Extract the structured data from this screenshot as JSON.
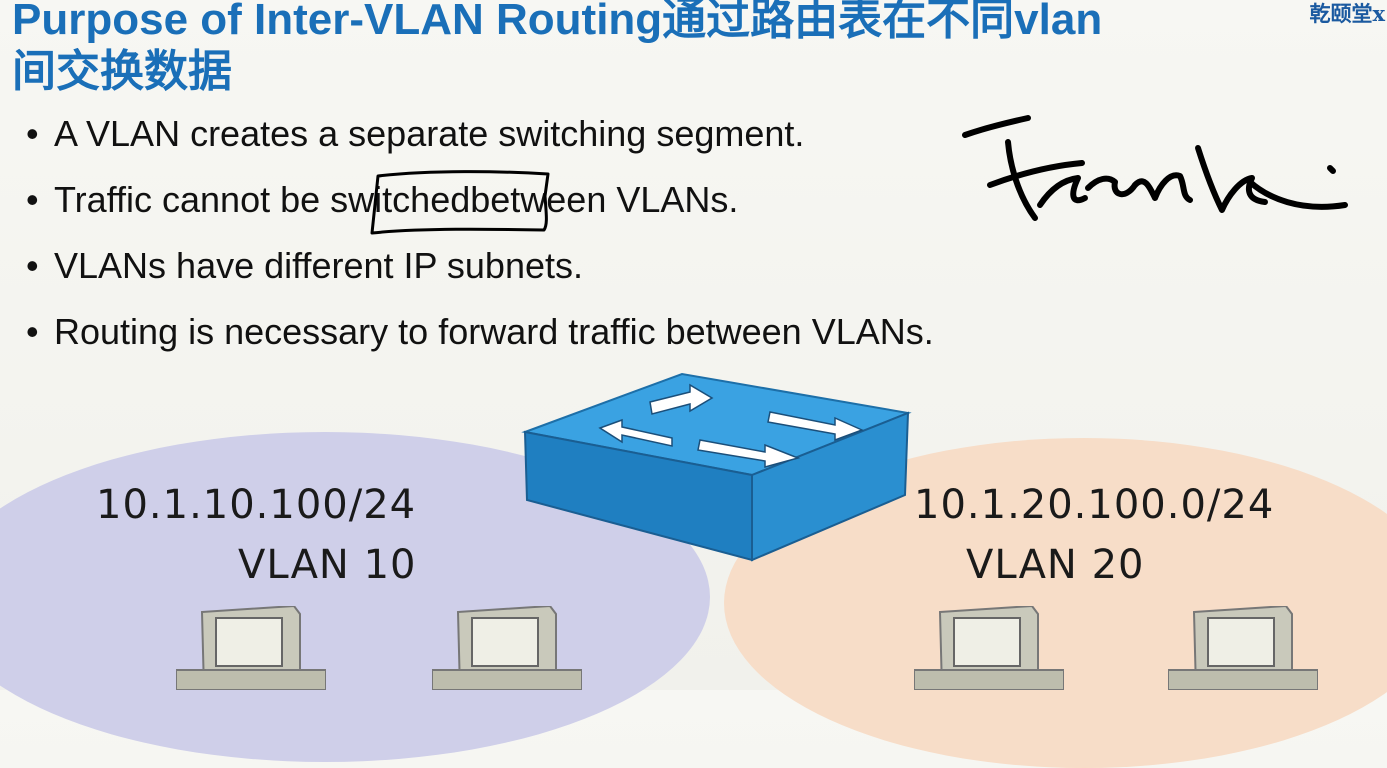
{
  "slide": {
    "title": "Purpose of Inter-VLAN Routing通过路由表在不同vlan间交换数据",
    "watermark": "乾颐堂x",
    "bullet_marker": "•",
    "bullets": [
      "A VLAN creates a separate switching segment.",
      "Traffic cannot be",
      "switched",
      "between VLANs.",
      "VLANs have different IP subnets.",
      "Routing is necessary to forward traffic between VLANs."
    ],
    "annotation": "Trunk",
    "vlan_left": {
      "subnet": "10.1.10.100/24",
      "name": "VLAN 10"
    },
    "vlan_right": {
      "subnet": "10.1.20.100.0/24",
      "name": "VLAN 20"
    }
  },
  "colors": {
    "title": "#1a6fb8",
    "switch_blue": "#2f95d6",
    "vlan10_bg": "#cfcfe9",
    "vlan20_bg": "#f7ddc8",
    "ink": "#000000"
  },
  "icons": [
    "switch-icon",
    "computer-icon"
  ]
}
